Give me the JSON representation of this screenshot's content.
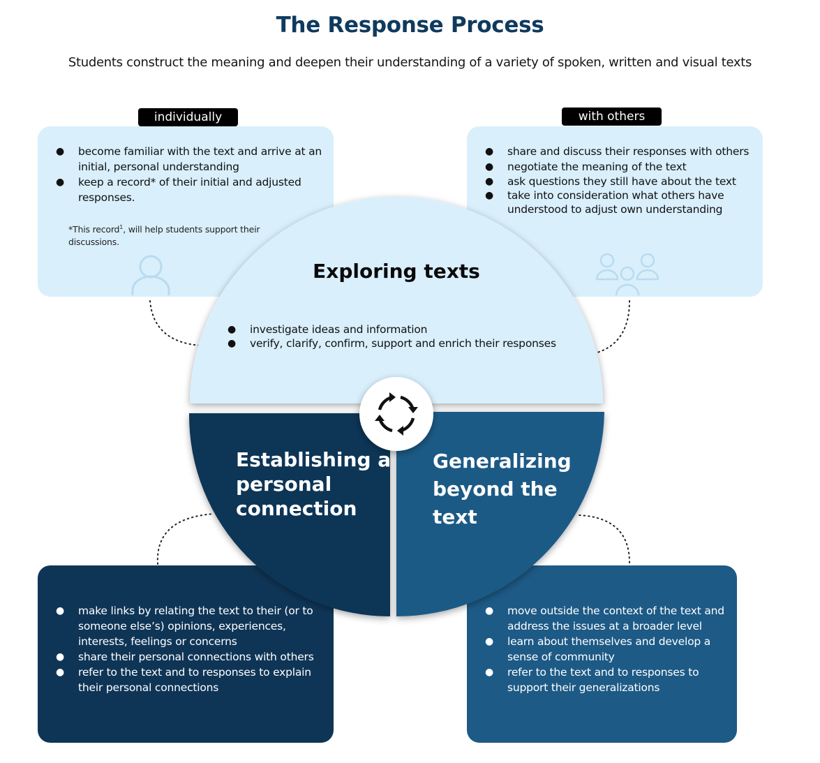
{
  "title": "The Response Process",
  "subtitle": "Students construct the meaning and deepen their understanding of a variety of spoken, written and visual texts",
  "individually": {
    "label": "individually",
    "items": [
      "become familiar with the text and arrive at an initial, personal understanding",
      "keep a record* of their initial and  adjusted responses."
    ],
    "note_prefix": "*This record",
    "note_sup": "1",
    "note_suffix": ", will help students support their discussions.",
    "icon": "person-icon"
  },
  "with_others": {
    "label": "with others",
    "items": [
      "share and discuss their responses with others",
      "negotiate the meaning of the text",
      "ask questions they still have about the text",
      "take into consideration what others have understood to adjust own understanding"
    ],
    "icon": "group-icon"
  },
  "exploring": {
    "title": "Exploring texts",
    "items": [
      "investigate ideas and information",
      "verify, clarify, confirm, support and enrich their responses"
    ]
  },
  "establishing": {
    "title": "Establishing a personal connection",
    "items": [
      "make links by relating the text to their (or to someone else’s) opinions, experiences, interests, feelings or concerns",
      "share their personal connections with others",
      "refer to the text and to responses to explain their personal connections"
    ]
  },
  "generalizing": {
    "title": "Generalizing beyond the text",
    "items": [
      "move outside the context of the text and address the issues at a broader level",
      "learn about themselves and develop a sense of community",
      "refer to the text and to responses to support their generalizations"
    ]
  },
  "center_icon": "cycle-arrows-icon",
  "bullet_glyph": "●",
  "colors": {
    "title": "#0f3a5e",
    "light_box": "#d9effc",
    "dark_box": "#0f3556",
    "mid_box": "#1d5a86"
  }
}
